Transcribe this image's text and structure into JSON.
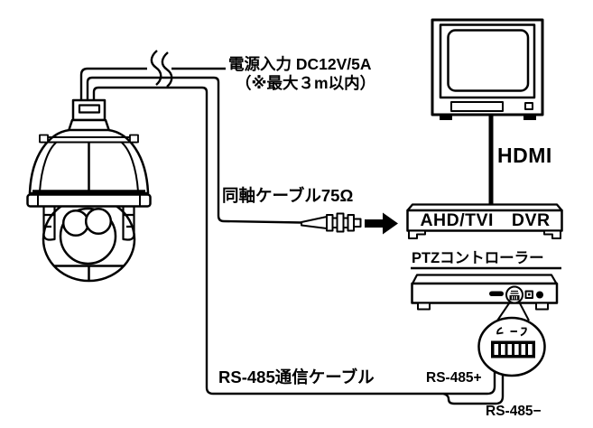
{
  "labels": {
    "power": {
      "line1": "電源入力 DC12V/5A",
      "line2": "（※最大３m以内）"
    },
    "coax": "同軸ケーブル75Ω",
    "hdmi": "HDMI",
    "dvr": "AHD/TVI DVR",
    "ptz_controller": "PTZコントローラー",
    "rs485_cable": "RS-485通信ケーブル",
    "rs485_plus": "RS-485+",
    "rs485_minus": "RS-485−"
  },
  "colors": {
    "line": "#000000",
    "background": "#ffffff"
  }
}
